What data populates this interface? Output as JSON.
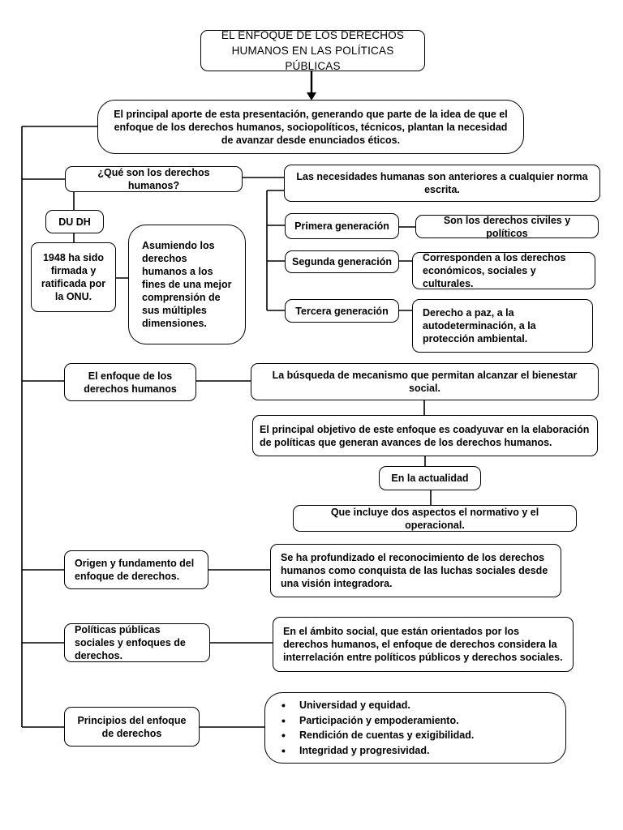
{
  "title": "EL ENFOQUE DE LOS DERECHOS HUMANOS EN LAS POLÍTICAS PÚBLICAS",
  "intro": "El principal aporte de esta presentación, generando que parte de la idea de que el enfoque de los derechos humanos, sociopolíticos, técnicos, plantan la necesidad de avanzar desde enunciados éticos.",
  "que_son": {
    "label": "¿Qué son los derechos humanos?",
    "dudh": "DU DH",
    "year_note": "1948 ha sido firmada y ratificada por la ONU.",
    "assumption": "Asumiendo los derechos humanos a los fines de una mejor comprensión de sus múltiples dimensiones.",
    "necesidades": "Las necesidades humanas son anteriores a cualquier norma escrita.",
    "generaciones": [
      {
        "label": "Primera generación",
        "description": "Son los derechos civiles y políticos"
      },
      {
        "label": "Segunda generación",
        "description": "Corresponden a los derechos económicos, sociales y culturales."
      },
      {
        "label": "Tercera generación",
        "description": "Derecho a paz, a la autodeterminación, a la protección ambiental."
      }
    ]
  },
  "enfoque": {
    "label": "El enfoque de los derechos humanos",
    "busqueda": "La búsqueda de mecanismo que permitan alcanzar el bienestar social.",
    "objetivo": "El principal objetivo de este enfoque es coadyuvar en la elaboración de políticas que generan avances de los derechos humanos.",
    "actualidad": "En la actualidad",
    "aspectos": "Que incluye dos aspectos el normativo y el operacional."
  },
  "origen": {
    "label": "Origen y fundamento del enfoque de derechos.",
    "description": "Se ha profundizado el reconocimiento de los derechos humanos como conquista de las luchas sociales desde una visión integradora."
  },
  "politicas": {
    "label": "Políticas públicas sociales y enfoques de derechos.",
    "description": "En el ámbito social, que están orientados por los derechos humanos, el enfoque de derechos considera la interrelación entre políticos públicos y derechos sociales."
  },
  "principios": {
    "label": "Principios del enfoque de derechos",
    "items": [
      "Universidad y equidad.",
      "Participación y empoderamiento.",
      "Rendición de cuentas y exigibilidad.",
      "Integridad y progresividad."
    ]
  }
}
